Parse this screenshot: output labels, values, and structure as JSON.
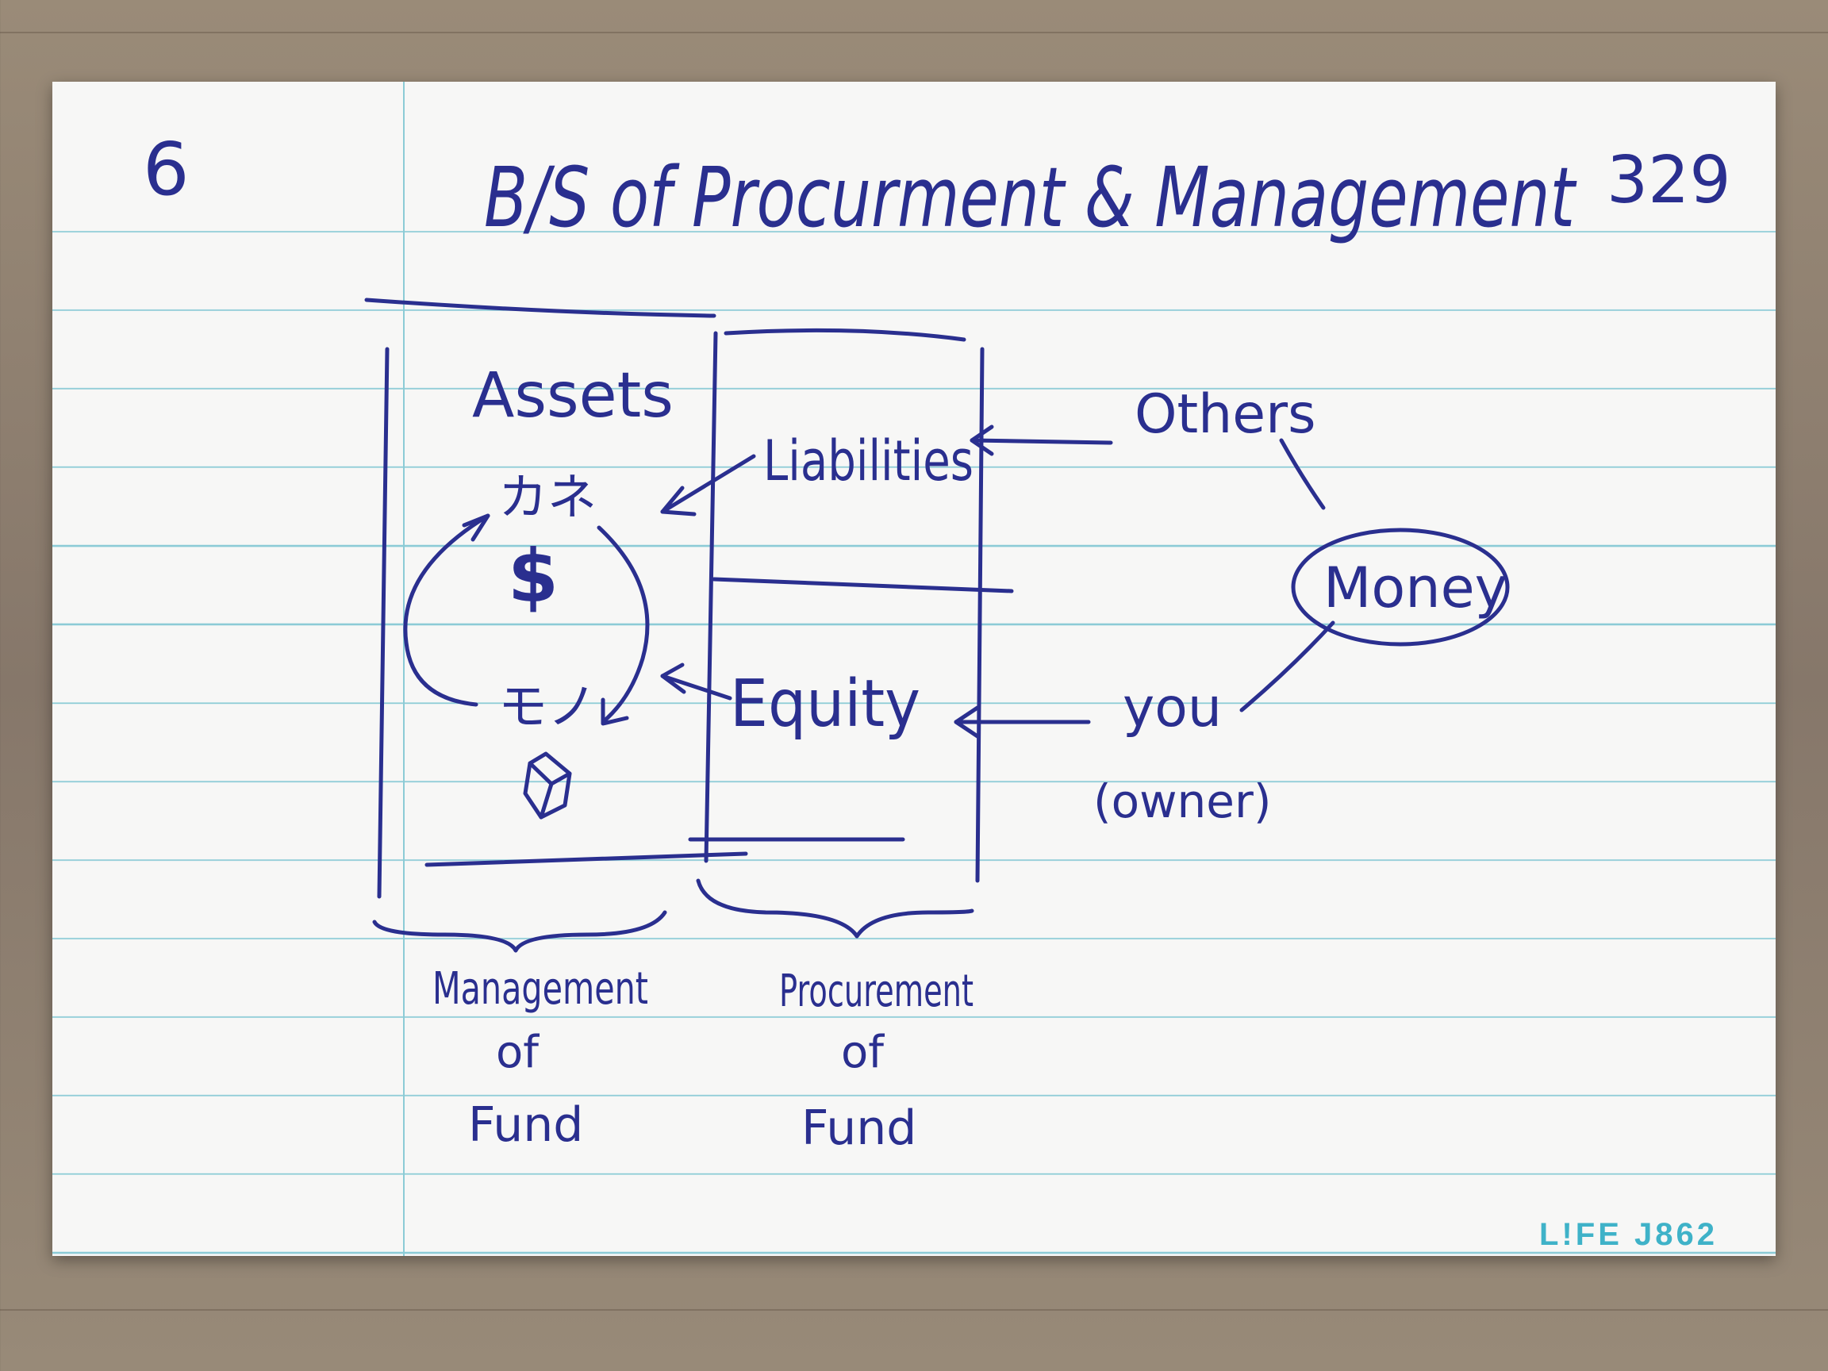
{
  "card": {
    "page_number": "6",
    "card_number": "329",
    "title": "B/S of Procurment & Management",
    "brand": "L!FE J862"
  },
  "diagram": {
    "assets_label": "Assets",
    "cash_label": "カネ",
    "dollar_symbol": "$",
    "goods_label": "モノ",
    "liabilities_label": "Liabilities",
    "equity_label": "Equity",
    "others_label": "Others",
    "money_label": "Money",
    "you_label": "you",
    "owner_label": "(owner)",
    "management_label": [
      "Management",
      "of",
      "Fund"
    ],
    "procurement_label": [
      "Procurement",
      "of",
      "Fund"
    ]
  }
}
